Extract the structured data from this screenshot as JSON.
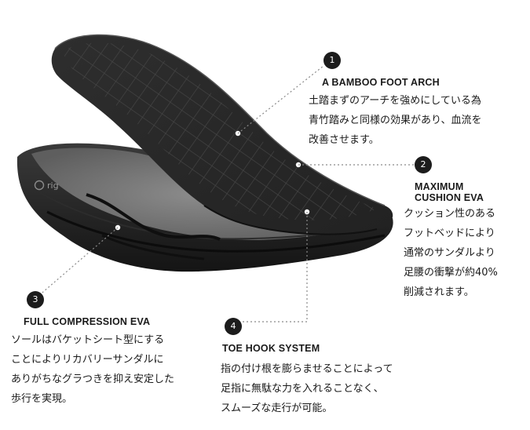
{
  "brand": {
    "logo_text": "rig"
  },
  "features": [
    {
      "number": "1",
      "title": "A BAMBOO FOOT ARCH",
      "lines": [
        "土踏まずのアーチを強めにしている為",
        "青竹踏みと同様の効果があり、血流を",
        "改善させます。"
      ]
    },
    {
      "number": "2",
      "title_lines": [
        "MAXIMUM",
        "CUSHION EVA"
      ],
      "lines": [
        "クッション性のある",
        "フットベッドにより",
        "通常のサンダルより",
        "足腰の衝撃が約40%",
        "削減されます。"
      ]
    },
    {
      "number": "3",
      "title": "FULL COMPRESSION EVA",
      "lines": [
        "ソールはバケットシート型にする",
        "ことによりリカバリーサンダルに",
        "ありがちなグラつきを抑え安定した",
        "歩行を実現。"
      ]
    },
    {
      "number": "4",
      "title": "TOE HOOK SYSTEM",
      "lines": [
        "指の付け根を膨らませることによって",
        "足指に無駄な力を入れることなく、",
        "スムーズな走行が可能。"
      ]
    }
  ]
}
